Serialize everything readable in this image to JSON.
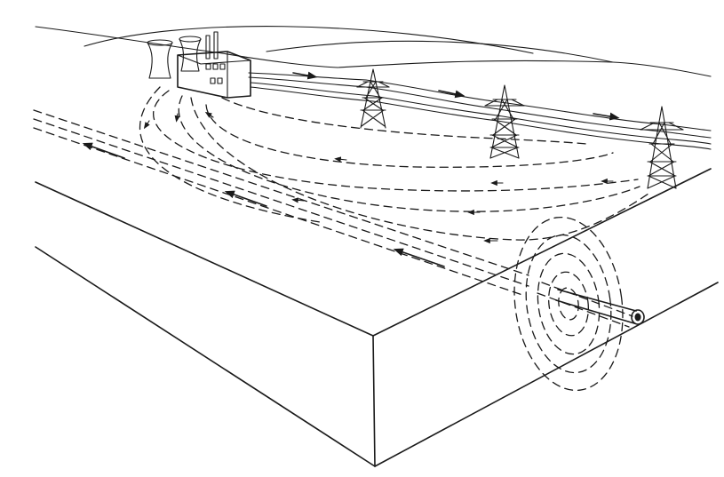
{
  "diagram": {
    "colors": {
      "ink": "#1a1a1a",
      "background": "#ffffff"
    },
    "components": [
      "power-plant",
      "cooling-tower",
      "transmission-tower",
      "power-line",
      "ground-return-current-path",
      "buried-pipeline",
      "electric-field-rings",
      "earth-block-cross-section"
    ],
    "transmission_tower_count": 3,
    "cooling_tower_count": 2,
    "current_path_count": 6,
    "field_ring_count": 5
  }
}
